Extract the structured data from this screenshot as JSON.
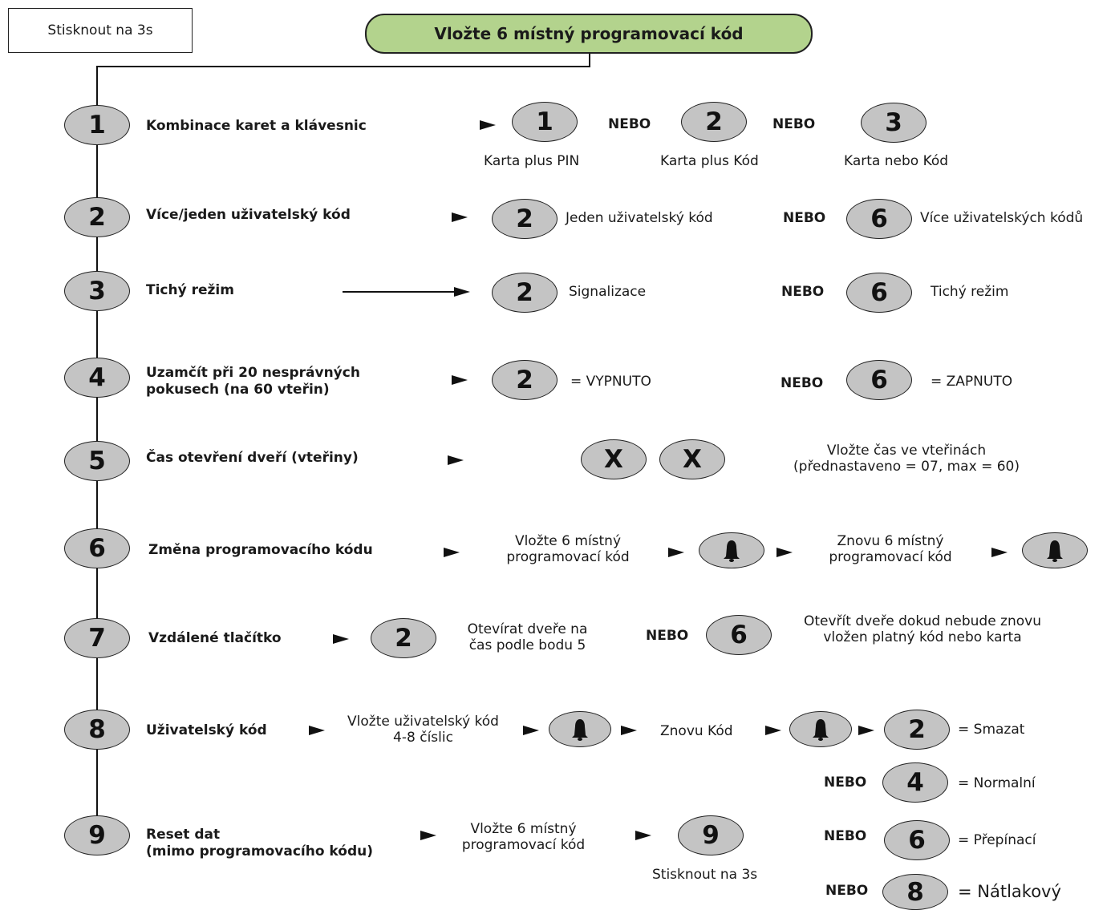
{
  "top_box": "Stisknout na 3s",
  "title": "Vložte 6 místný programovací kód",
  "nebo": "NEBO",
  "steps": [
    {
      "num": "1",
      "label": "Kombinace karet a klávesnic"
    },
    {
      "num": "2",
      "label": "Více/jeden uživatelský kód"
    },
    {
      "num": "3",
      "label": "Tichý režim"
    },
    {
      "num": "4",
      "label_line1": "Uzamčít při 20 nesprávných",
      "label_line2": "pokusech  (na 60 vteřin)"
    },
    {
      "num": "5",
      "label": "Čas otevření dveří (vteřiny)"
    },
    {
      "num": "6",
      "label": "Změna programovacího kódu"
    },
    {
      "num": "7",
      "label": "Vzdálené tlačítko"
    },
    {
      "num": "8",
      "label": "Uživatelský kód"
    },
    {
      "num": "9",
      "label_line1": "Reset dat",
      "label_line2": "(mimo programovacího kódu)"
    }
  ],
  "row1": {
    "keys": [
      "1",
      "2",
      "3"
    ],
    "captions": [
      "Karta plus PIN",
      "Karta plus Kód",
      "Karta nebo Kód"
    ]
  },
  "row2": {
    "key_a": "2",
    "text_a": "Jeden uživatelský kód",
    "key_b": "6",
    "text_b": "Více uživatelských kódů"
  },
  "row3": {
    "key_a": "2",
    "text_a": "Signalizace",
    "key_b": "6",
    "text_b": "Tichý režim"
  },
  "row4": {
    "key_a": "2",
    "text_a": "= VYPNUTO",
    "key_b": "6",
    "text_b": "= ZAPNUTO"
  },
  "row5": {
    "key_a": "X",
    "key_b": "X",
    "text_line1": "Vložte čas ve vteřinách",
    "text_line2": "(přednastaveno = 07, max = 60)"
  },
  "row6": {
    "text_a_line1": "Vložte 6 místný",
    "text_a_line2": "programovací kód",
    "text_b_line1": "Znovu 6 místný",
    "text_b_line2": "programovací kód"
  },
  "row7": {
    "key_a": "2",
    "text_a_line1": "Otevírat dveře na",
    "text_a_line2": "čas podle bodu 5",
    "key_b": "6",
    "text_b_line1": "Otevřít dveře dokud nebude znovu",
    "text_b_line2": "vložen platný kód nebo karta"
  },
  "row8": {
    "text_a_line1": "Vložte uživatelský kód",
    "text_a_line2": "4-8 číslic",
    "text_b": "Znovu Kód",
    "options": [
      {
        "key": "2",
        "text": "= Smazat"
      },
      {
        "key": "4",
        "text": "= Normalní"
      },
      {
        "key": "6",
        "text": "= Přepínací"
      },
      {
        "key": "8",
        "text": "= Nátlakový"
      }
    ]
  },
  "row9": {
    "text_a_line1": "Vložte 6 místný",
    "text_a_line2": "programovací kód",
    "key": "9",
    "caption": "Stisknout na 3s"
  },
  "colors": {
    "title_fill": "#b3d38d",
    "key_fill": "#c4c4c4",
    "line": "#111111"
  },
  "icons": {
    "bell": "bell-icon",
    "arrow": "arrow-right-icon"
  }
}
